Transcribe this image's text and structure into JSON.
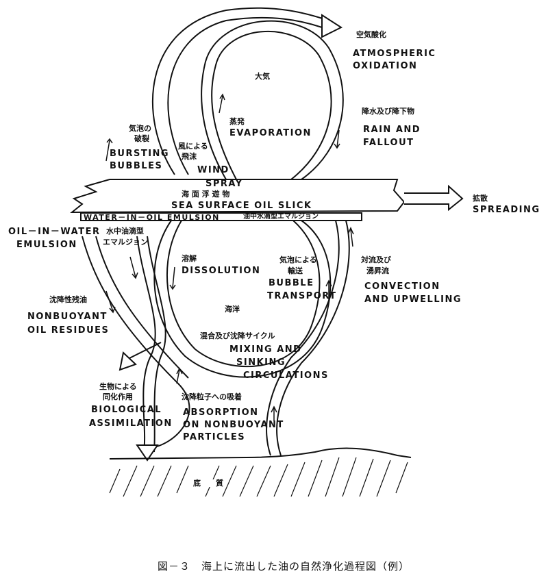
{
  "labels": {
    "oxidation_jp": "空気酸化",
    "oxidation_en1": "ATMOSPHERIC",
    "oxidation_en2": "OXIDATION",
    "atmosphere_jp": "大気",
    "evaporation_jp": "蒸発",
    "evaporation_en": "EVAPORATION",
    "rain_jp": "降水及び降下物",
    "rain_en1": "RAIN AND",
    "rain_en2": "FALLOUT",
    "bursting_jp1": "気泡の",
    "bursting_jp2": "破裂",
    "bursting_en1": "BURSTING",
    "bursting_en2": "BUBBLES",
    "wind_jp1": "風による",
    "wind_jp2": "飛沫",
    "wind_en1": "WIND",
    "wind_en2": "SPRAY",
    "slick_jp": "海 面 浮 遊 物",
    "slick_en": "SEA SURFACE OIL SLICK",
    "wio_en": "WATER－IN－OIL EMULSION",
    "wio_jp": "油中水滴型エマルジョン",
    "spreading_jp": "拡散",
    "spreading_en": "SPREADING",
    "oiw_en1": "OIL－IN－WATER",
    "oiw_en2": "EMULSION",
    "oiw_jp1": "水中油滴型",
    "oiw_jp2": "エマルジョン",
    "dissolution_jp": "溶解",
    "dissolution_en": "DISSOLUTION",
    "bubble_jp1": "気泡による",
    "bubble_jp2": "輸送",
    "bubble_en1": "BUBBLE",
    "bubble_en2": "TRANSPORT",
    "convection_jp1": "対流及び",
    "convection_jp2": "湧昇流",
    "convection_en1": "CONVECTION",
    "convection_en2": "AND UPWELLING",
    "ocean_jp": "海洋",
    "residues_jp": "沈降性残油",
    "residues_en1": "NONBUOYANT",
    "residues_en2": "OIL RESIDUES",
    "mixing_jp": "混合及び沈降サイクル",
    "mixing_en1": "MIXING AND",
    "mixing_en2": "SINKING",
    "mixing_en3": "CIRCULATIONS",
    "bio_jp1": "生物による",
    "bio_jp2": "同化作用",
    "bio_en1": "BIOLOGICAL",
    "bio_en2": "ASSIMILATION",
    "absorption_jp": "沈降粒子への吸着",
    "absorption_en1": "ABSORPTION",
    "absorption_en2": "ON NONBUOYANT",
    "absorption_en3": "PARTICLES",
    "sediment_jp": "底　　質"
  },
  "caption": "図－３　海上に流出した油の自然浄化過程図（例）"
}
